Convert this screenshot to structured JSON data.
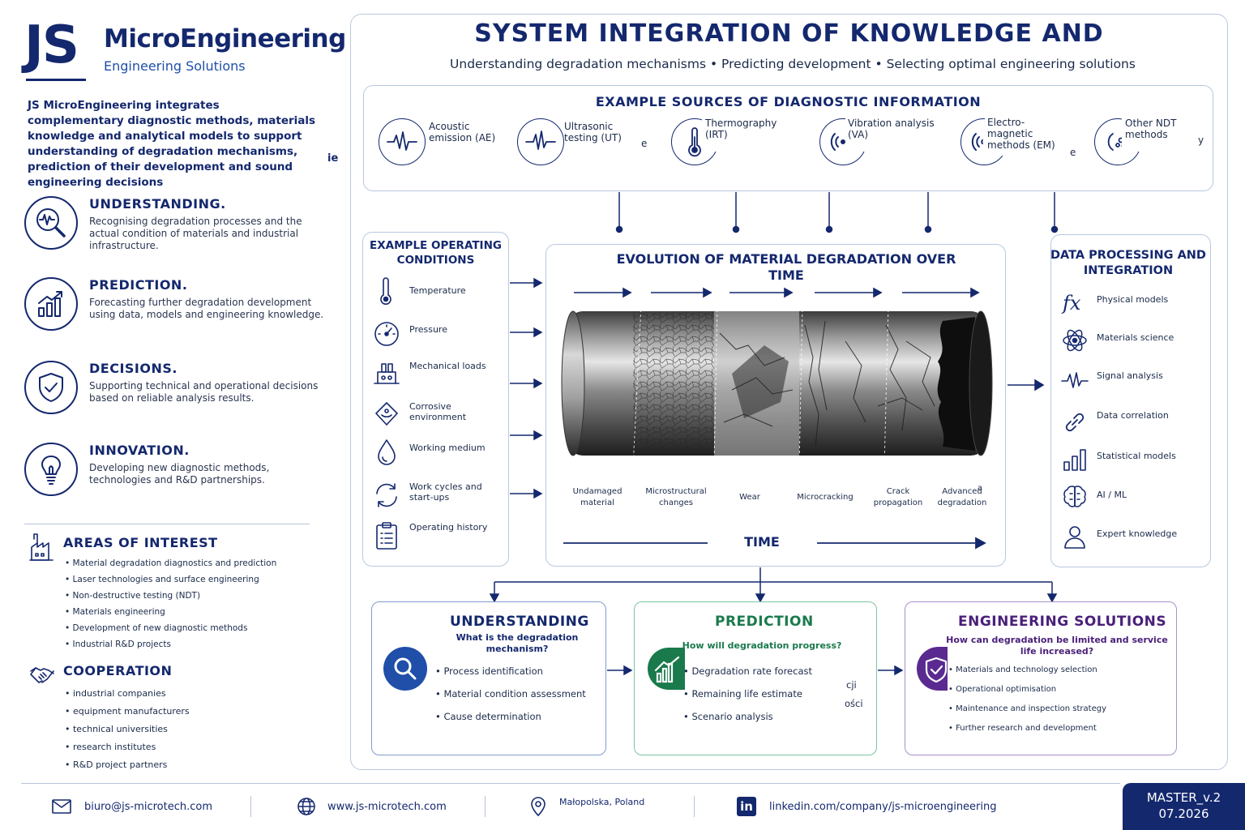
{
  "brand": {
    "logo": "JS",
    "name": "MicroEngineering",
    "tagline": "Engineering Solutions",
    "intro": "JS MicroEngineering integrates complementary diagnostic methods, materials knowledge and analytical models to support understanding of degradation mechanisms, prediction of their development and sound engineering decisions",
    "stray_ie": "ie"
  },
  "pillars": [
    {
      "title": "UNDERSTANDING.",
      "text": "Recognising degradation processes and the actual condition of materials and industrial infrastructure.",
      "icon": "magnifier-signal-icon"
    },
    {
      "title": "PREDICTION.",
      "text": "Forecasting further degradation development using data, models and engineering knowledge.",
      "icon": "chart-growth-icon"
    },
    {
      "title": "DECISIONS.",
      "text": "Supporting technical and operational decisions based on reliable analysis results.",
      "icon": "shield-check-icon"
    },
    {
      "title": "INNOVATION.",
      "text": "Developing new diagnostic methods, technologies and R&D partnerships.",
      "icon": "lightbulb-icon"
    }
  ],
  "areas": {
    "title": "AREAS OF INTEREST",
    "items": [
      "• Material degradation diagnostics and prediction",
      "• Laser technologies and surface engineering",
      "• Non-destructive testing (NDT)",
      "• Materials engineering",
      "• Development of new diagnostic methods",
      "• Industrial R&D projects"
    ]
  },
  "cooperation": {
    "title": "COOPERATION",
    "items": [
      "• industrial companies",
      "• equipment manufacturers",
      "• technical universities",
      "• research institutes",
      "• R&D project partners"
    ]
  },
  "header": {
    "title": "SYSTEM INTEGRATION OF KNOWLEDGE AND",
    "subtitle": "Understanding degradation mechanisms • Predicting development • Selecting optimal engineering solutions"
  },
  "sources": {
    "title": "EXAMPLE SOURCES OF DIAGNOSTIC INFORMATION",
    "items": [
      {
        "label": "Acoustic emission (AE)",
        "icon": "waveform-icon"
      },
      {
        "label": "Ultrasonic testing (UT)",
        "icon": "ultrasound-icon"
      },
      {
        "label": "Thermography (IRT)",
        "icon": "thermometer-icon"
      },
      {
        "label": "Vibration analysis (VA)",
        "icon": "vibration-icon"
      },
      {
        "label": "Electro-magnetic methods (EM)",
        "icon": "em-field-icon"
      },
      {
        "label": "Other NDT methods",
        "icon": "ndt-icon"
      }
    ],
    "stray": [
      "e",
      "e",
      "y"
    ]
  },
  "conditions": {
    "title": "EXAMPLE OPERATING CONDITIONS",
    "items": [
      {
        "label": "Temperature",
        "icon": "thermometer-icon"
      },
      {
        "label": "Pressure",
        "icon": "gauge-icon"
      },
      {
        "label": "Mechanical loads",
        "icon": "weights-icon"
      },
      {
        "label": "Corrosive environment",
        "icon": "corrosion-icon"
      },
      {
        "label": "Working medium",
        "icon": "droplet-icon"
      },
      {
        "label": "Work cycles and start-ups",
        "icon": "cycle-icon"
      },
      {
        "label": "Operating history",
        "icon": "clipboard-icon"
      }
    ]
  },
  "evolution": {
    "title": "EVOLUTION OF MATERIAL DEGRADATION OVER TIME",
    "stages": [
      "Undamaged material",
      "Microstructural changes",
      "Wear",
      "Microcracking",
      "Crack propagation",
      "Advanced degradation"
    ],
    "time_label": "TIME",
    "stray": "a"
  },
  "processing": {
    "title": "DATA PROCESSING AND INTEGRATION",
    "items": [
      {
        "label": "Physical models",
        "icon": "fx-icon"
      },
      {
        "label": "Materials science",
        "icon": "atom-icon"
      },
      {
        "label": "Signal analysis",
        "icon": "waveform-icon"
      },
      {
        "label": "Data correlation",
        "icon": "link-icon"
      },
      {
        "label": "Statistical models",
        "icon": "bar-chart-icon"
      },
      {
        "label": "AI / ML",
        "icon": "brain-icon"
      },
      {
        "label": "Expert knowledge",
        "icon": "person-icon"
      }
    ]
  },
  "outcomes": [
    {
      "title": "UNDERSTANDING",
      "question": "What is the degradation mechanism?",
      "color": "#14286e",
      "accent": "#1f4fa8",
      "icon": "search-icon",
      "items": [
        "• Process identification",
        "• Material condition assessment",
        "• Cause determination"
      ],
      "stray": []
    },
    {
      "title": "PREDICTION",
      "question": "How will degradation progress?",
      "color": "#1a7a4c",
      "accent": "#1a7a4c",
      "icon": "trend-chart-icon",
      "items": [
        "• Degradation rate forecast",
        "• Remaining life estimate",
        "• Scenario analysis"
      ],
      "stray": [
        "cji",
        "ości"
      ]
    },
    {
      "title": "ENGINEERING SOLUTIONS",
      "question": "How can degradation be limited and service life increased?",
      "color": "#4a1f7a",
      "accent": "#5a2a90",
      "icon": "shield-check-icon",
      "items": [
        "• Materials and technology selection",
        "• Operational optimisation",
        "• Maintenance and inspection strategy",
        "• Further research and development"
      ],
      "stray": []
    }
  ],
  "footer": {
    "email": "biuro@js-microtech.com",
    "website": "www.js-microtech.com",
    "location": "Małopolska, Poland",
    "linkedin": "linkedin.com/company/js-microengineering",
    "version": "MASTER_v.2",
    "date": "07.2026"
  },
  "colors": {
    "navy": "#14286e",
    "green": "#1a7a4c",
    "purple": "#4a1f7a",
    "border": "#b8c8e0"
  }
}
